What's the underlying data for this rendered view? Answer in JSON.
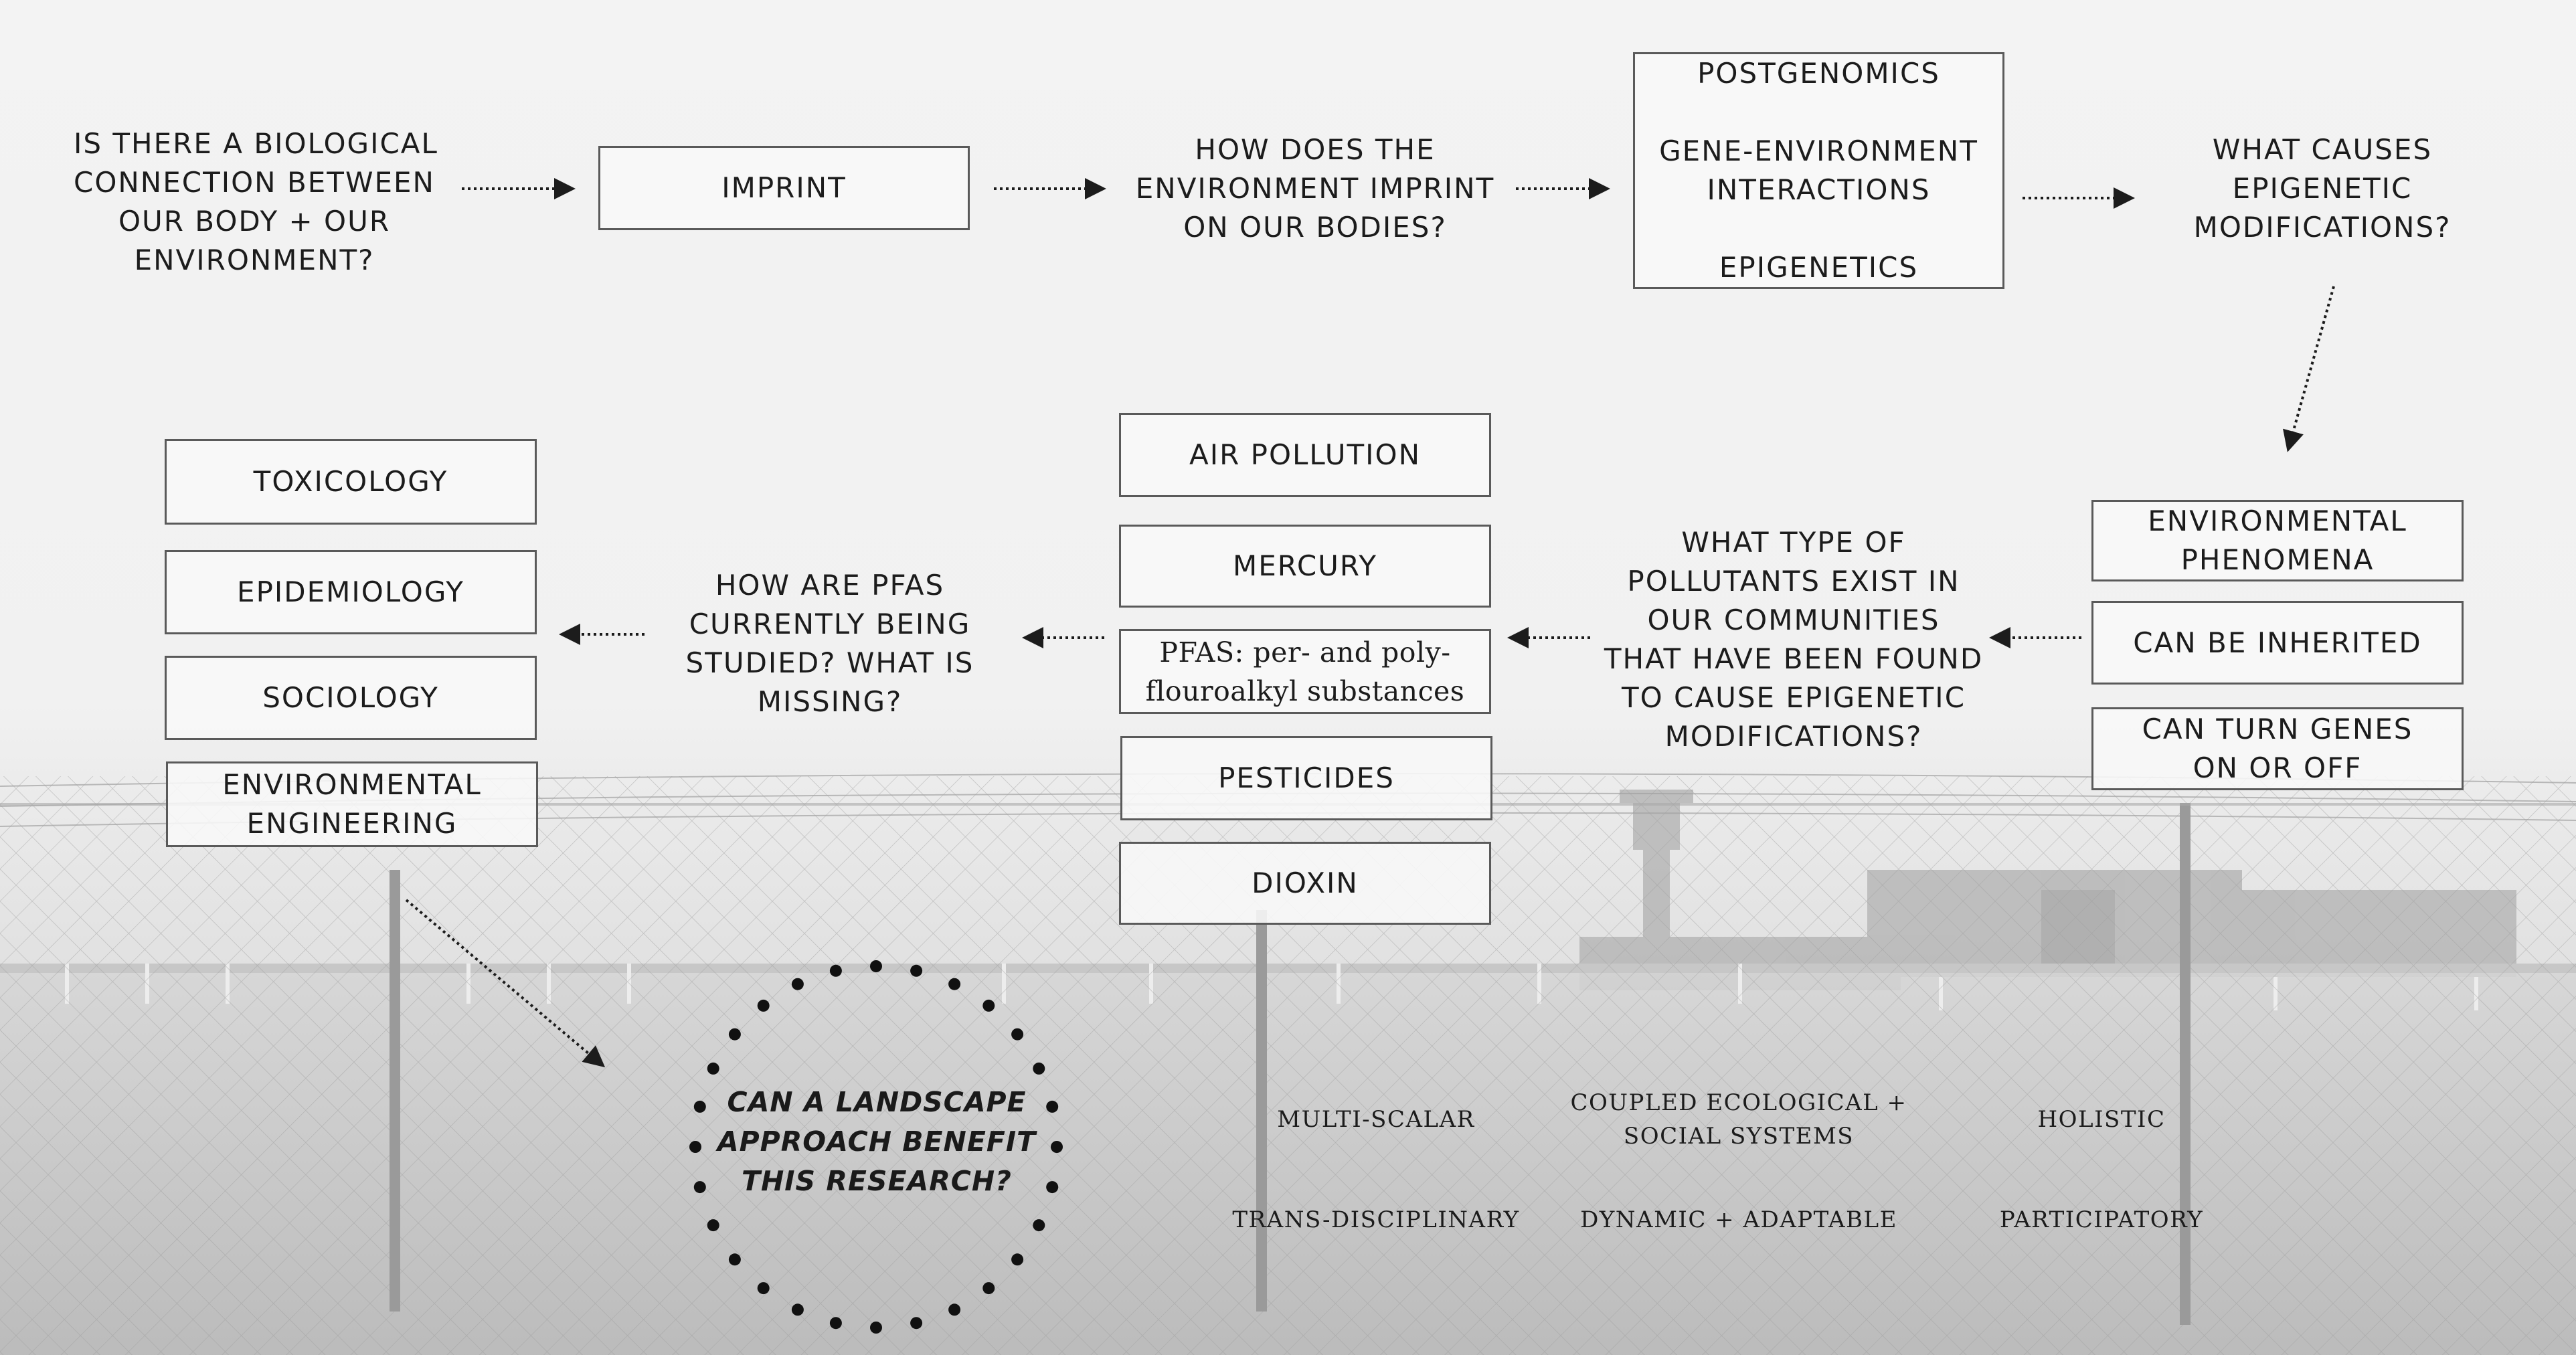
{
  "row1": {
    "question_1": [
      "IS THERE A BIOLOGICAL",
      "CONNECTION BETWEEN",
      "OUR BODY + OUR",
      "ENVIRONMENT?"
    ],
    "imprint_box": "IMPRINT",
    "question_2": [
      "HOW DOES THE",
      "ENVIRONMENT IMPRINT",
      "ON OUR BODIES?"
    ],
    "fields_box": [
      "POSTGENOMICS",
      "GENE-ENVIRONMENT",
      "INTERACTIONS",
      "EPIGENETICS"
    ],
    "question_3": [
      "WHAT CAUSES",
      "EPIGENETIC",
      "MODIFICATIONS?"
    ]
  },
  "row2": {
    "epigenetic_traits": [
      [
        "ENVIRONMENTAL",
        "PHENOMENA"
      ],
      [
        "CAN BE INHERITED"
      ],
      [
        "CAN TURN GENES",
        "ON OR OFF"
      ]
    ],
    "question_4": [
      "WHAT TYPE OF",
      "POLLUTANTS EXIST IN",
      "OUR COMMUNITIES",
      "THAT HAVE BEEN FOUND",
      "TO CAUSE EPIGENETIC",
      "MODIFICATIONS?"
    ],
    "pollutants": {
      "air_pollution": "AIR POLLUTION",
      "mercury": "MERCURY",
      "pfas": [
        "PFAS: per- and poly-",
        "flouroalkyl substances"
      ],
      "pesticides": "PESTICIDES",
      "dioxin": "DIOXIN"
    },
    "question_5": [
      "HOW ARE PFAS",
      "CURRENTLY BEING",
      "STUDIED? WHAT IS",
      "MISSING?"
    ],
    "disciplines": [
      [
        "TOXICOLOGY"
      ],
      [
        "EPIDEMIOLOGY"
      ],
      [
        "SOCIOLOGY"
      ],
      [
        "ENVIRONMENTAL",
        "ENGINEERING"
      ]
    ]
  },
  "row3": {
    "circle_question": [
      "CAN A LANDSCAPE",
      "APPROACH BENEFIT",
      "THIS RESEARCH?"
    ],
    "landscape_qualities": [
      [
        "MULTI-SCALAR"
      ],
      [
        "COUPLED ECOLOGICAL +",
        "SOCIAL SYSTEMS"
      ],
      [
        "HOLISTIC"
      ],
      [
        "TRANS-DISCIPLINARY"
      ],
      [
        "DYNAMIC + ADAPTABLE"
      ],
      [
        "PARTICIPATORY"
      ]
    ]
  },
  "colors": {
    "ink": "#1c1c1c",
    "box_border": "#5a5a5a",
    "fence": "#8e8e8e",
    "background": "#f1f1f1"
  }
}
